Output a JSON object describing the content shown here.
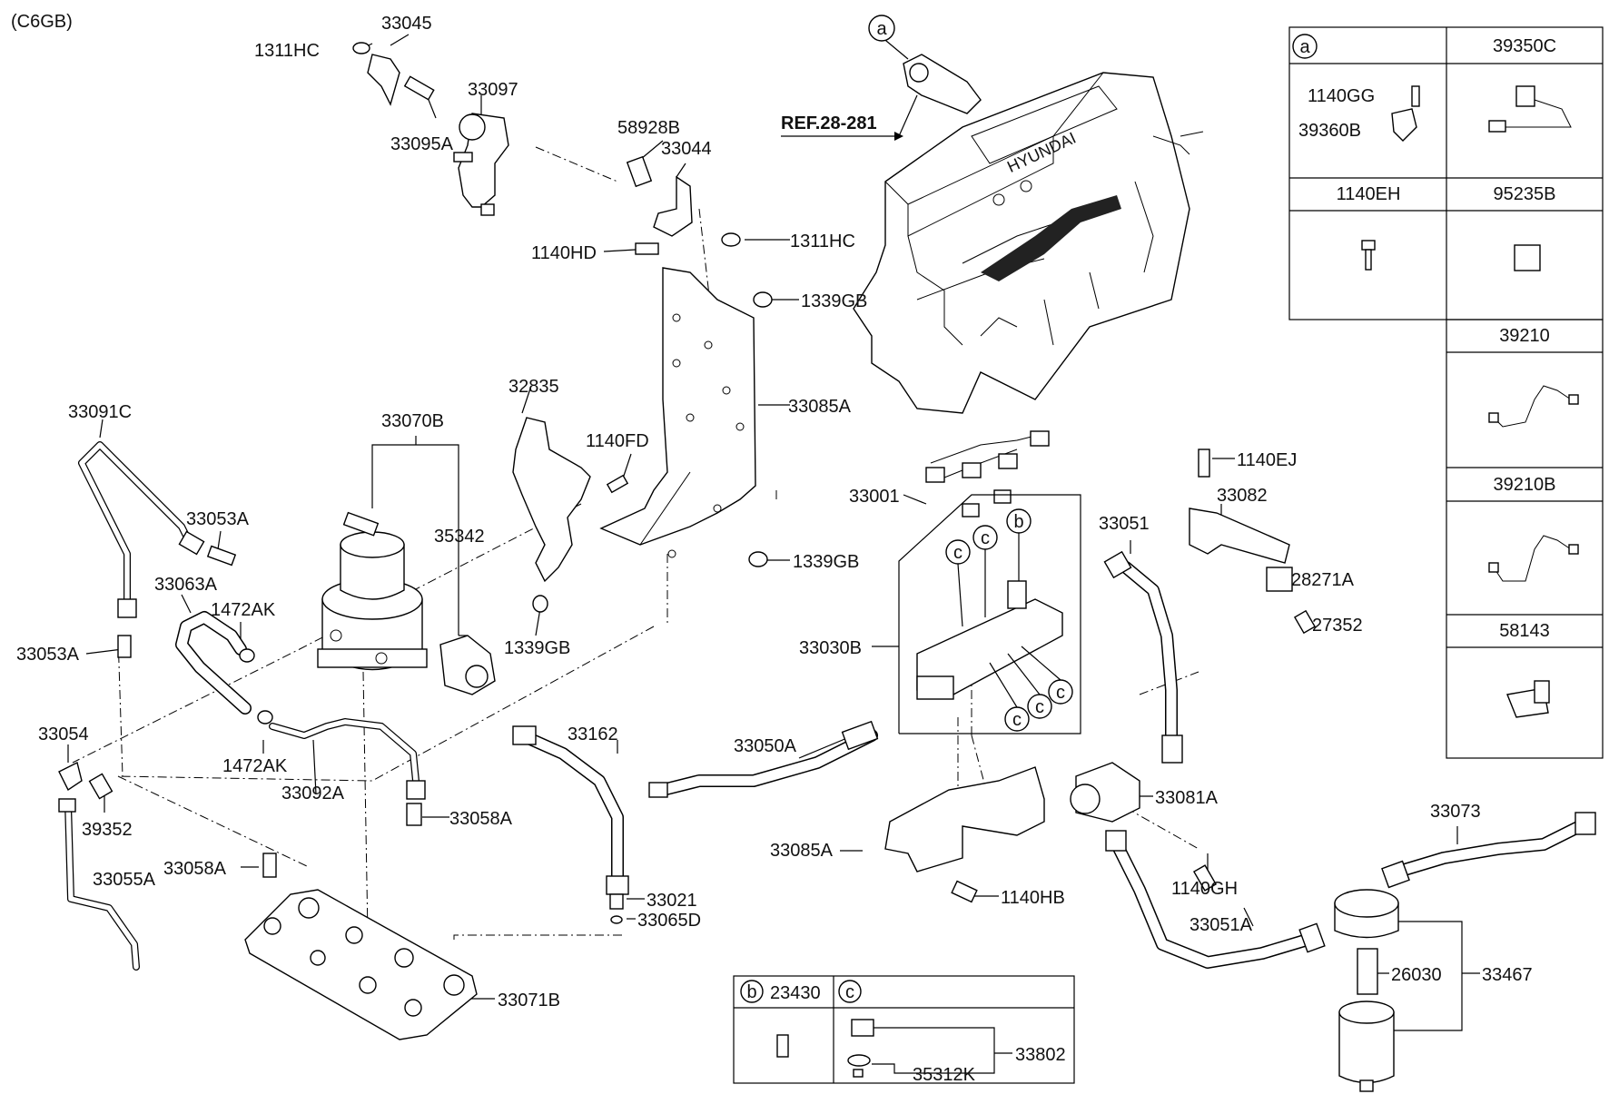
{
  "header": {
    "code": "(C6GB)"
  },
  "ref": {
    "circle": "a",
    "label": "REF.28-281"
  },
  "labels": {
    "p33045": "33045",
    "p1311HC_a": "1311HC",
    "p33097": "33097",
    "p33095A": "33095A",
    "p58928B": "58928B",
    "p33044": "33044",
    "p1311HC_b": "1311HC",
    "p1140HD": "1140HD",
    "p1339GB_a": "1339GB",
    "p32835": "32835",
    "p1140FD": "1140FD",
    "p33085A_a": "33085A",
    "p1339GB_b": "1339GB",
    "p1339GB_c": "1339GB",
    "p33091C": "33091C",
    "p33070B": "33070B",
    "p35342": "35342",
    "p33053A_a": "33053A",
    "p33063A": "33063A",
    "p1472AK_a": "1472AK",
    "p33053A_b": "33053A",
    "p33054": "33054",
    "p1472AK_b": "1472AK",
    "p33092A": "33092A",
    "p39352": "39352",
    "p33055A": "33055A",
    "p33058A_a": "33058A",
    "p33058A_b": "33058A",
    "p33162": "33162",
    "p33021": "33021",
    "p33065D": "33065D",
    "p33071B": "33071B",
    "p33001": "33001",
    "p33030B": "33030B",
    "p33050A": "33050A",
    "p33051": "33051",
    "p33085A_b": "33085A",
    "p1140HB": "1140HB",
    "p1140EJ": "1140EJ",
    "p33082": "33082",
    "p28271A": "28271A",
    "p27352": "27352",
    "p33081A": "33081A",
    "p1140GH": "1140GH",
    "p33051A": "33051A",
    "p33073": "33073",
    "p26030": "26030",
    "p33467": "33467"
  },
  "callouts": {
    "b": "b",
    "c": "c"
  },
  "inset_right": {
    "circle": "a",
    "cells": {
      "top_right_header": "39350C",
      "a_1140GG": "1140GG",
      "a_39360B": "39360B",
      "h_1140EH": "1140EH",
      "h_95235B": "95235B",
      "h_39210": "39210",
      "h_39210B": "39210B",
      "h_58143": "58143"
    }
  },
  "inset_bottom": {
    "b_circle": "b",
    "b_part": "23430",
    "c_circle": "c",
    "c_33802": "33802",
    "c_35312K": "35312K"
  }
}
